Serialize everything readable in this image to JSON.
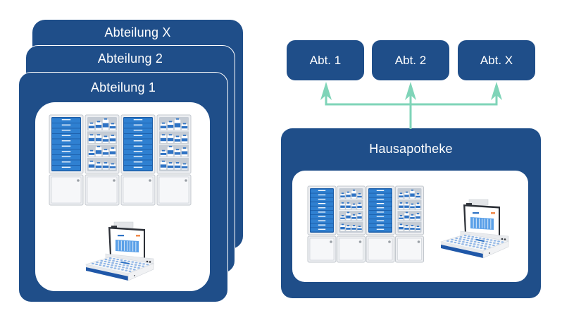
{
  "colors": {
    "primary": "#1f4e89",
    "arrow": "#7fd4b8",
    "panel": "#ffffff",
    "drawer": "#2f80d1",
    "drawer_dark": "#1d5ea8",
    "cabinet_frame": "#eceef1",
    "cabinet_stroke": "#c3c8ce",
    "shelf_bg": "#c5ccd5",
    "screen_table": "#5aa0e8",
    "key": "#8fb5e6"
  },
  "left": {
    "stack": [
      {
        "id": "x",
        "label": "Abteilung X"
      },
      {
        "id": "2",
        "label": "Abteilung 2"
      },
      {
        "id": "1",
        "label": "Abteilung 1"
      }
    ],
    "cabinets": [
      "drawers",
      "shelves",
      "drawers",
      "shelves"
    ],
    "terminal": "dispensing-terminal"
  },
  "right": {
    "departments": [
      {
        "id": "1",
        "label": "Abt. 1"
      },
      {
        "id": "2",
        "label": "Abt. 2"
      },
      {
        "id": "x",
        "label": "Abt. X"
      }
    ],
    "central": {
      "label": "Hausapotheke"
    },
    "cabinets": [
      "drawers",
      "shelves",
      "drawers",
      "shelves"
    ],
    "terminal": "dispensing-terminal"
  },
  "cabinet_spec": {
    "drawer_count": 10,
    "shelf_count": 4,
    "bottles_per_shelf": 4
  }
}
